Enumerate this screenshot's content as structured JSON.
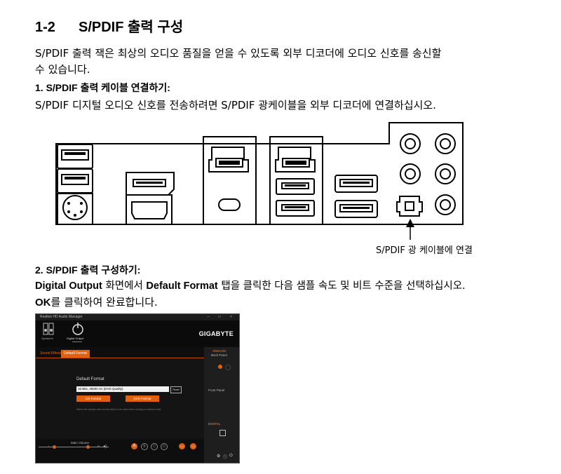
{
  "heading": {
    "number": "1-2",
    "title": "S/PDIF 출력 구성"
  },
  "intro": {
    "line1": "S/PDIF 출력 잭은 최상의 오디오 품질을 얻을 수 있도록 외부 디코더에 오디오 신호를 송신할",
    "line2": "수 있습니다."
  },
  "section1": {
    "title": "1. S/PDIF 출력 케이블 연결하기:",
    "text": "S/PDIF 디지털 오디오 신호를 전송하려면 S/PDIF 광케이블을 외부 디코더에 연결하십시오."
  },
  "diagram": {
    "callout": "S/PDIF 광 케이블에 연결"
  },
  "section2": {
    "title": "2. S/PDIF 출력 구성하기:",
    "line1_b1": "Digital Output",
    "line1_t1": " 화면에서 ",
    "line1_b2": "Default Format",
    "line1_t2": " 탭을 클릭한 다음 샘플 속도 및 비트 수준을 선택하십시오.",
    "line2_b": "OK",
    "line2_t": "를 클릭하여 완료합니다."
  },
  "screenshot": {
    "window_title": "Realtek HD Audio Manager",
    "window_controls": "–  □  ×",
    "brand": "GIGABYTE",
    "nav_speakers": "Speakers",
    "nav_digital": "Digital Output",
    "tab_sound_effects": "Sound Effects",
    "tab_default_format": "Default Format",
    "panel_title": "Default Format",
    "format_value": "16 Bits, 48000 Hz (DVD Quality)",
    "reset_label": "Reset",
    "cd_format": "CD Format",
    "dvd_format": "DVD Format",
    "panel_note": "Select the sample rate and bit depth to be used when running in shared mode.",
    "main_volume": "Main Volume",
    "vol_l": "L",
    "vol_r": "R",
    "analog_title": "ANALOG",
    "back_panel": "Back Panel",
    "front_panel": "Front Panel",
    "digital_title": "DIGITAL",
    "circle_a": "A",
    "circle_b": "B",
    "circle_c": "C",
    "circle_d": "D",
    "accent": "#e06010"
  }
}
